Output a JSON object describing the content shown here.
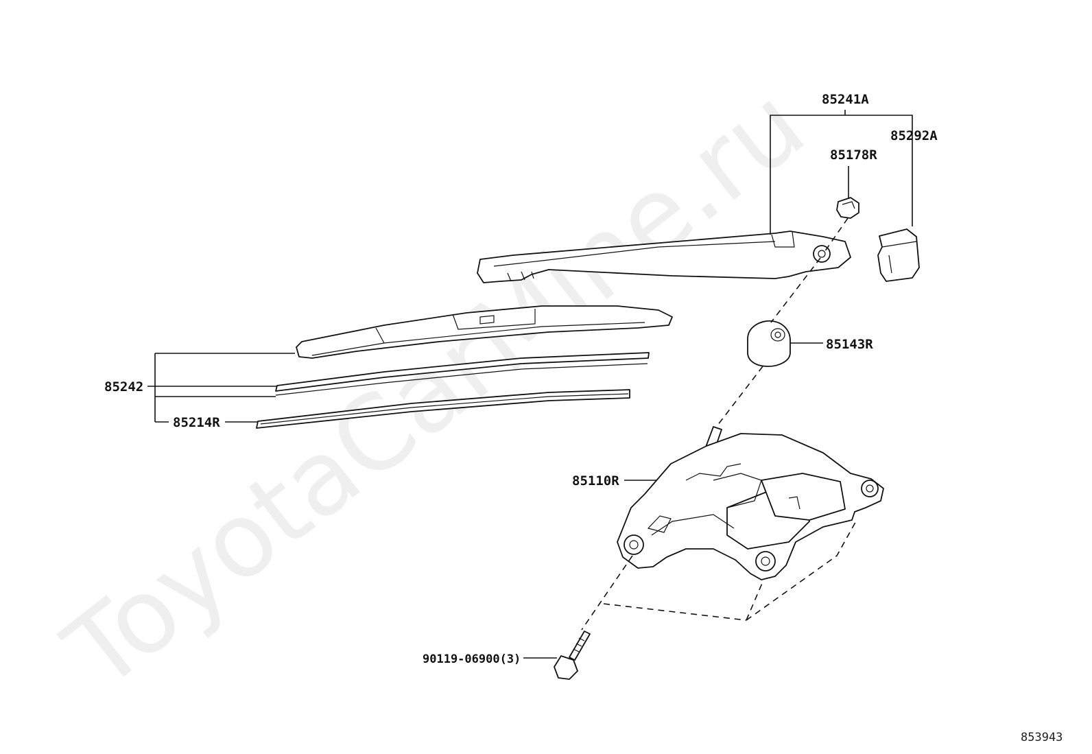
{
  "watermark": "ToyotaCarMine.ru",
  "diagram_code": "853943",
  "parts": {
    "arm_assy": "85241A",
    "arm_cap": "85292A",
    "arm_nut": "85178R",
    "pivot_cap": "85143R",
    "blade_assy": "85242",
    "blade_rubber": "85214R",
    "wiper_motor": "85110R",
    "bolt": "90119-06900(3)"
  }
}
